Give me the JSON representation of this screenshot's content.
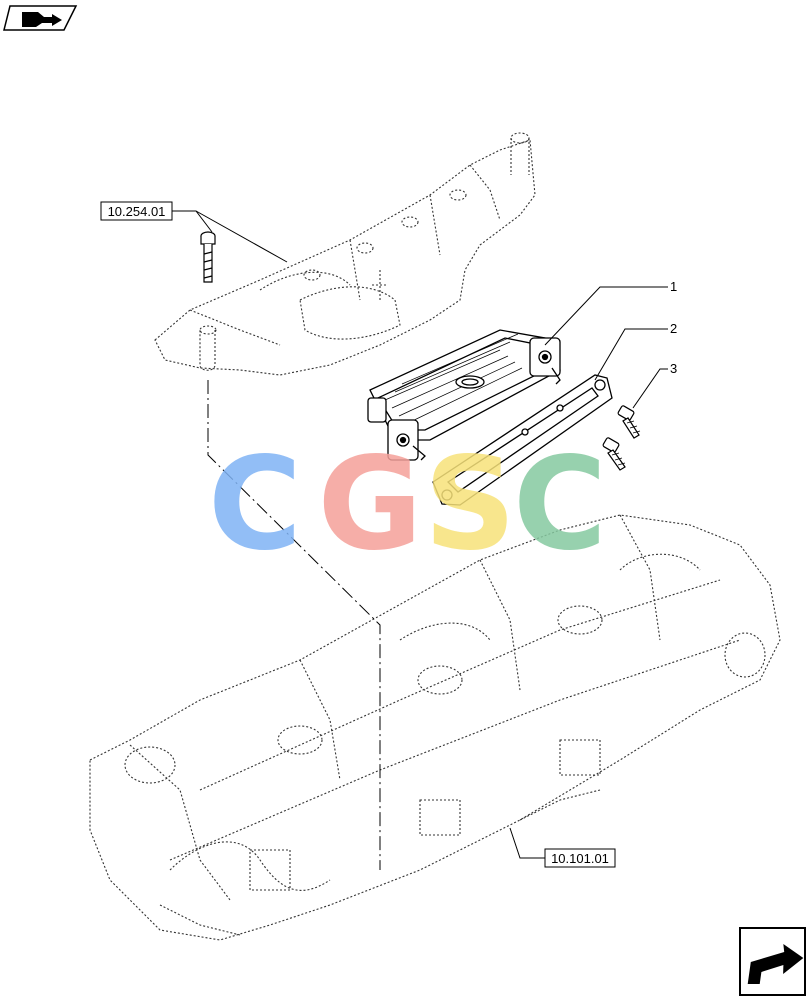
{
  "references": {
    "inlet_manifold": "10.254.01",
    "cylinder_head": "10.101.01"
  },
  "callouts": [
    "1",
    "2",
    "3"
  ],
  "watermark": {
    "letters": [
      "C",
      "G",
      "S",
      "C"
    ],
    "colors": [
      "#7fb3f5",
      "#f5a09a",
      "#f7e27a",
      "#86c9a0"
    ]
  },
  "icons": {
    "top_left": "book-pointer-icon",
    "bottom_right": "next-page-arrow-icon"
  }
}
